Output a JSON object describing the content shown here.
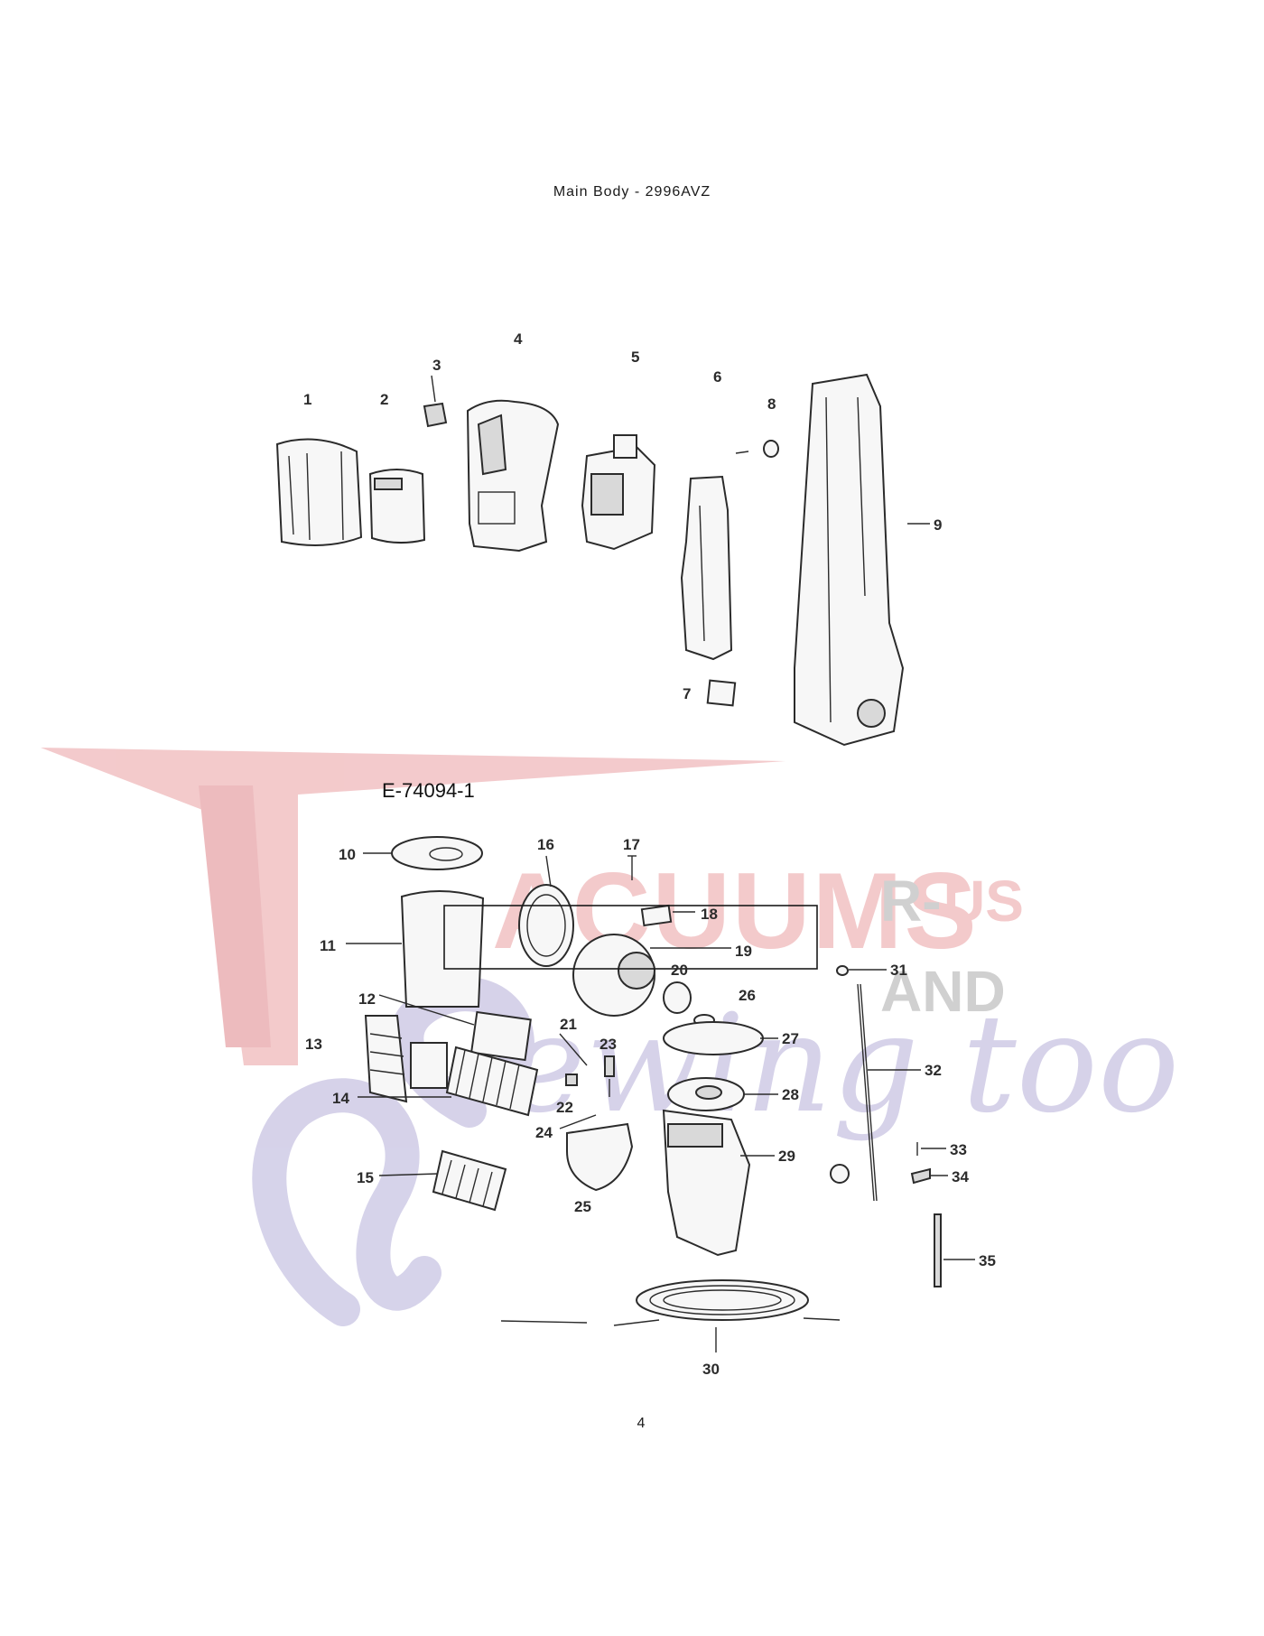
{
  "diagram": {
    "title": "Main Body - 2996AVZ",
    "code": "E-74094-1",
    "page_number": "4"
  },
  "watermark": {
    "brand": "VACUUMS",
    "suffix_1": "R-US",
    "suffix_2": "AND",
    "script": "Sewing too",
    "colors": {
      "red": "#e8a4a8",
      "gray": "#c8c8c8",
      "lavender": "#bcb8d8"
    }
  },
  "callouts": [
    "1",
    "2",
    "3",
    "4",
    "5",
    "6",
    "7",
    "8",
    "9",
    "10",
    "11",
    "12",
    "13",
    "14",
    "15",
    "16",
    "17",
    "18",
    "19",
    "20",
    "21",
    "22",
    "23",
    "24",
    "25",
    "26",
    "27",
    "28",
    "29",
    "30",
    "31",
    "32",
    "33",
    "34",
    "35"
  ]
}
